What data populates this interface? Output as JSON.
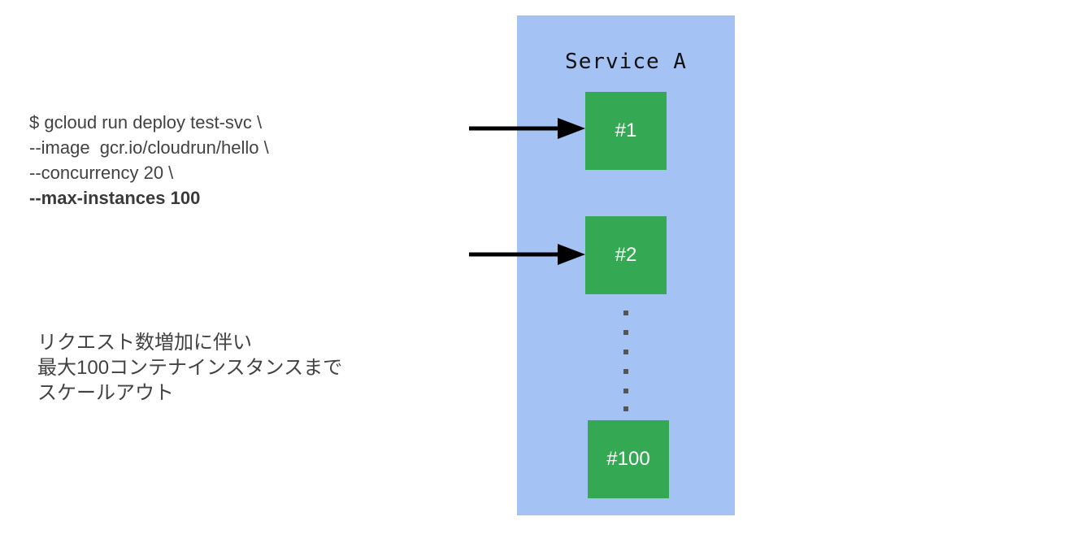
{
  "command": {
    "line1": "$ gcloud run deploy test-svc \\",
    "line2": "--image  gcr.io/cloudrun/hello \\",
    "line3": "--concurrency 20 \\",
    "line4": "--max-instances 100"
  },
  "note": {
    "line1": "リクエスト数増加に伴い",
    "line2": "最大100コンテナインスタンスまで",
    "line3": "スケールアウト"
  },
  "service": {
    "title": "Service A",
    "instances": [
      {
        "label": "#1"
      },
      {
        "label": "#2"
      },
      {
        "label": "#100"
      }
    ]
  },
  "colors": {
    "service_bg": "#a4c2f4",
    "instance_bg": "#34a853",
    "instance_text": "#ffffff",
    "arrow": "#000000"
  },
  "icons": {
    "arrow": "right-arrow-icon",
    "ellipsis": "vertical-dots"
  }
}
